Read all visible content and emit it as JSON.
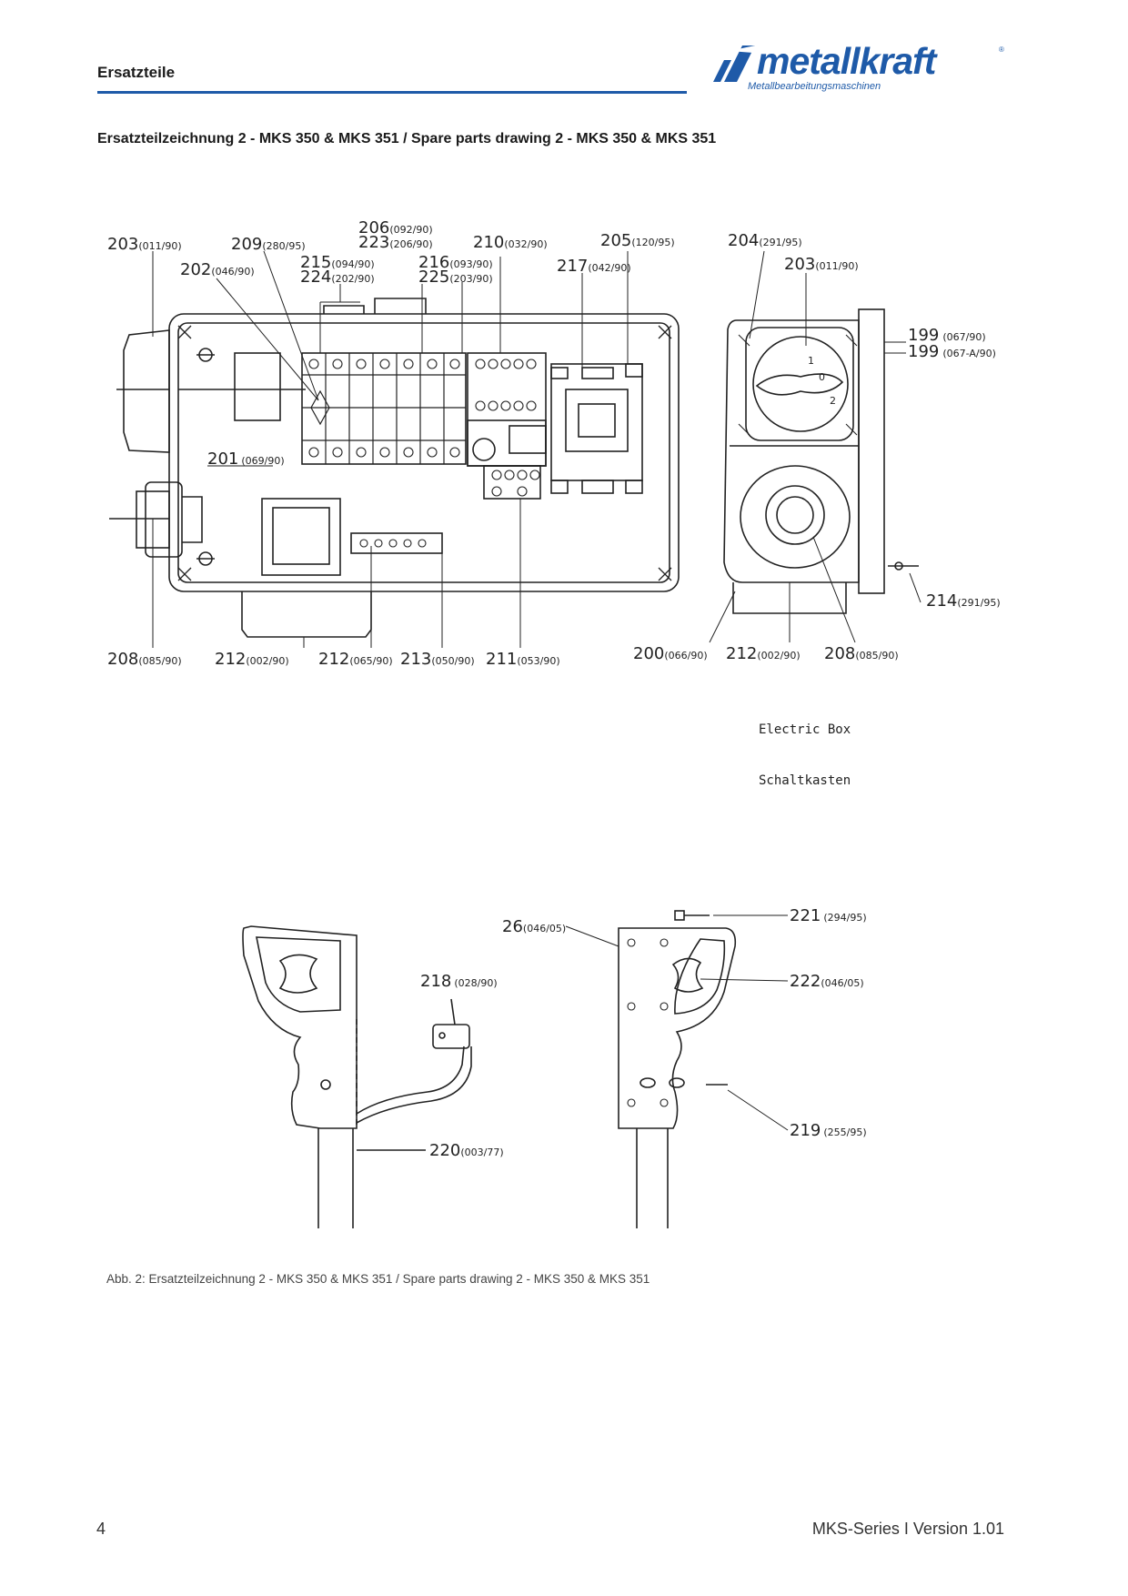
{
  "header": {
    "title": "Ersatzteile",
    "logo_text": "metallkraft",
    "logo_sub": "Metallbearbeitungsmaschinen",
    "logo_reg": "®",
    "accent_color": "#1e5aa8"
  },
  "section_heading": "Ersatzteilzeichnung 2 - MKS 350 & MKS 351 / Spare parts drawing 2 - MKS 350 & MKS 351",
  "electric_box": {
    "title_en": "Electric Box",
    "title_de": "Schaltkasten",
    "labels": {
      "l203a": {
        "num": "203",
        "code": "(011/90)"
      },
      "l209": {
        "num": "209",
        "code": "(280/95)"
      },
      "l202": {
        "num": "202",
        "code": "(046/90)"
      },
      "l206": {
        "num": "206",
        "code": "(092/90)"
      },
      "l223": {
        "num": "223",
        "code": "(206/90)"
      },
      "l215": {
        "num": "215",
        "code": "(094/90)"
      },
      "l224": {
        "num": "224",
        "code": "(202/90)"
      },
      "l216": {
        "num": "216",
        "code": "(093/90)"
      },
      "l225": {
        "num": "225",
        "code": "(203/90)"
      },
      "l210": {
        "num": "210",
        "code": "(032/90)"
      },
      "l205": {
        "num": "205",
        "code": "(120/95)"
      },
      "l217": {
        "num": "217",
        "code": "(042/90)"
      },
      "l204": {
        "num": "204",
        "code": "(291/95)"
      },
      "l203b": {
        "num": "203",
        "code": "(011/90)"
      },
      "l199a": {
        "num": "199",
        "code": "(067/90)"
      },
      "l199b": {
        "num": "199",
        "code": "(067-A/90)"
      },
      "l201": {
        "num": "201",
        "code": "(069/90)"
      },
      "l214": {
        "num": "214",
        "code": "(291/95)"
      },
      "l208a": {
        "num": "208",
        "code": "(085/90)"
      },
      "l212a": {
        "num": "212",
        "code": "(002/90)"
      },
      "l212b": {
        "num": "212",
        "code": "(065/90)"
      },
      "l213": {
        "num": "213",
        "code": "(050/90)"
      },
      "l211": {
        "num": "211",
        "code": "(053/90)"
      },
      "l200": {
        "num": "200",
        "code": "(066/90)"
      },
      "l212c": {
        "num": "212",
        "code": "(002/90)"
      },
      "l208b": {
        "num": "208",
        "code": "(085/90)"
      }
    },
    "switch_marks": {
      "zero": "0",
      "one": "1",
      "two": "2"
    }
  },
  "handle": {
    "labels": {
      "l26": {
        "num": "26",
        "code": "(046/05)"
      },
      "l221": {
        "num": "221",
        "code": "(294/95)"
      },
      "l218": {
        "num": "218",
        "code": "(028/90)"
      },
      "l222": {
        "num": "222",
        "code": "(046/05)"
      },
      "l219": {
        "num": "219",
        "code": "(255/95)"
      },
      "l220": {
        "num": "220",
        "code": "(003/77)"
      }
    }
  },
  "caption": "Abb. 2: Ersatzteilzeichnung 2 - MKS 350 & MKS 351 / Spare parts drawing 2 - MKS 350 & MKS 351",
  "footer": {
    "page_number": "4",
    "version": "MKS-Series I Version 1.01"
  }
}
